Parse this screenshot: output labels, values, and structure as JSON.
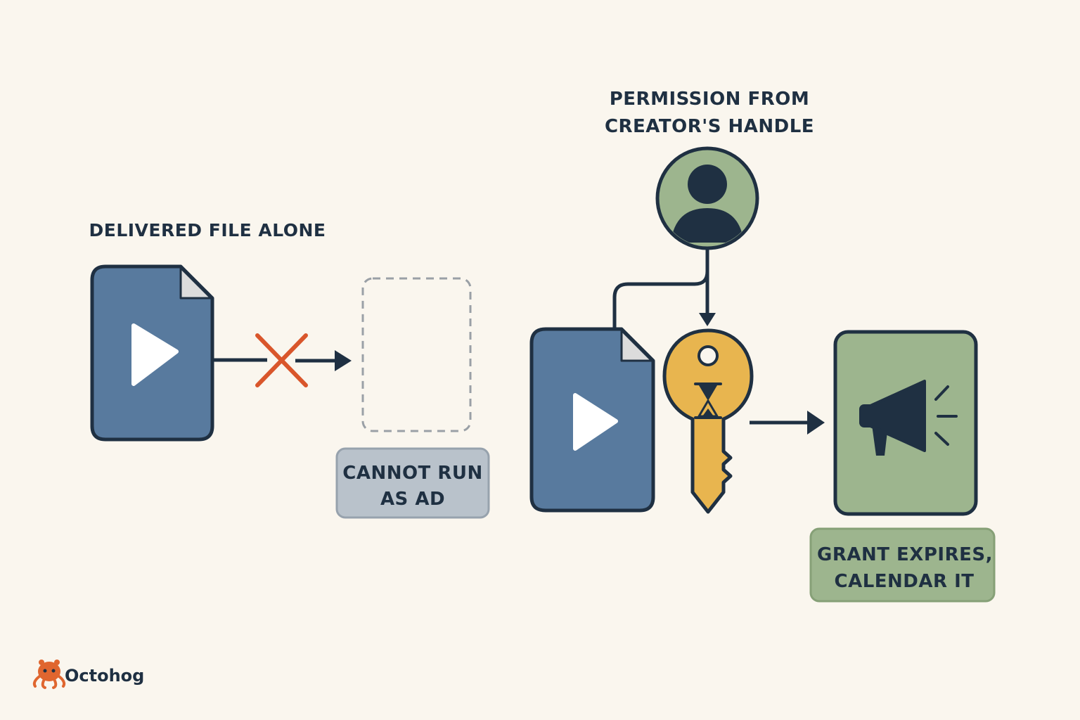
{
  "left_panel": {
    "title": "DELIVERED FILE ALONE",
    "result_label_line1": "CANNOT RUN",
    "result_label_line2": "AS AD"
  },
  "right_panel": {
    "permission_label_line1": "PERMISSION FROM",
    "permission_label_line2": "CREATOR'S HANDLE",
    "expiry_label_line1": "GRANT EXPIRES,",
    "expiry_label_line2": "CALENDAR IT"
  },
  "icons": {
    "video_file": "video-file-icon",
    "blocked": "x-mark-icon",
    "creator": "person-icon",
    "key": "key-icon",
    "timer": "hourglass-icon",
    "ad": "megaphone-icon"
  },
  "brand": {
    "name": "Octohog"
  },
  "colors": {
    "background": "#faf6ee",
    "navy": "#1f3042",
    "file_blue": "#587a9e",
    "blocked_red": "#d9562b",
    "key_yellow": "#e8b54f",
    "sage_green": "#9db58e",
    "gray_box": "#b9c2cb"
  }
}
